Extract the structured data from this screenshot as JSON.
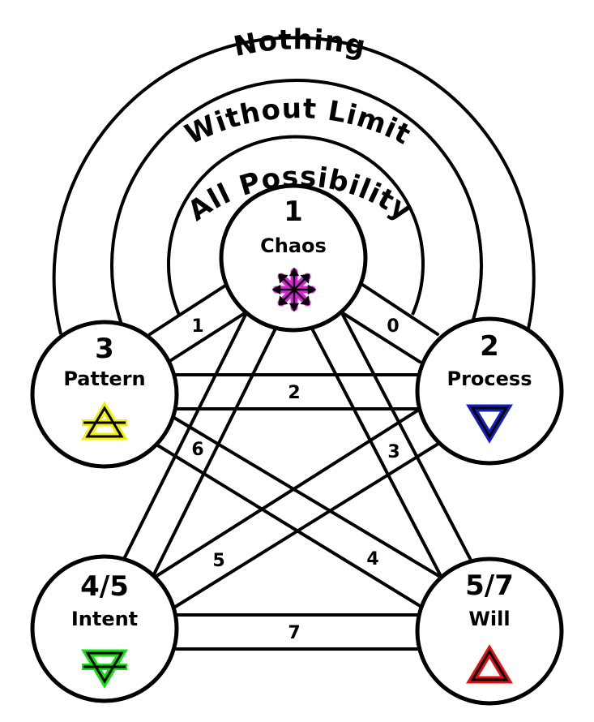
{
  "arcs": {
    "outer": "Nothing",
    "middle": "Without Limit",
    "inner": "All Possibility"
  },
  "nodes": {
    "chaos": {
      "number": "1",
      "name": "Chaos",
      "symbol": "chaos-star-icon",
      "symbol_color": "#e020e0"
    },
    "process": {
      "number": "2",
      "name": "Process",
      "symbol": "water-triangle-icon",
      "symbol_color": "#1020c0"
    },
    "pattern": {
      "number": "3",
      "name": "Pattern",
      "symbol": "air-triangle-icon",
      "symbol_color": "#f0f000"
    },
    "intent": {
      "number": "4/5",
      "name": "Intent",
      "symbol": "earth-triangle-icon",
      "symbol_color": "#10e010"
    },
    "will": {
      "number": "5/7",
      "name": "Will",
      "symbol": "fire-triangle-icon",
      "symbol_color": "#e01010"
    }
  },
  "paths": {
    "p0": "0",
    "p1": "1",
    "p2": "2",
    "p3": "3",
    "p4": "4",
    "p5": "5",
    "p6": "6",
    "p7": "7"
  }
}
